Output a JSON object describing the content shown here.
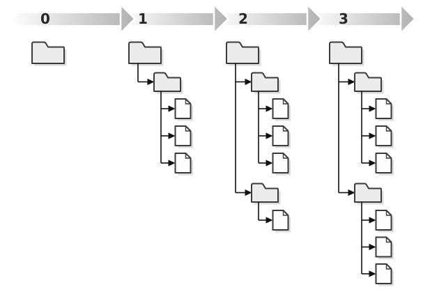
{
  "page": {
    "background": "#ffffff"
  },
  "colors": {
    "arrow_gradient_light": "#fcfcfc",
    "arrow_gradient_dark": "#b1b1b1",
    "arrow_outline": "#ffffff",
    "label_text": "#262626",
    "folder_fill": "#ececec",
    "file_fill": "#fdfdfd",
    "icon_stroke": "#3a3a3a",
    "connector": "#111111",
    "shadow": "#b9b9b9"
  },
  "revisions": [
    {
      "label": "0",
      "root": "folder",
      "subfolders": []
    },
    {
      "label": "1",
      "root": "folder",
      "subfolders": [
        {
          "type": "folder",
          "files": 3
        }
      ]
    },
    {
      "label": "2",
      "root": "folder",
      "subfolders": [
        {
          "type": "folder",
          "files": 3
        },
        {
          "type": "folder",
          "files": 1
        }
      ]
    },
    {
      "label": "3",
      "root": "folder",
      "subfolders": [
        {
          "type": "folder",
          "files": 3
        },
        {
          "type": "folder",
          "files": 3
        }
      ]
    }
  ]
}
